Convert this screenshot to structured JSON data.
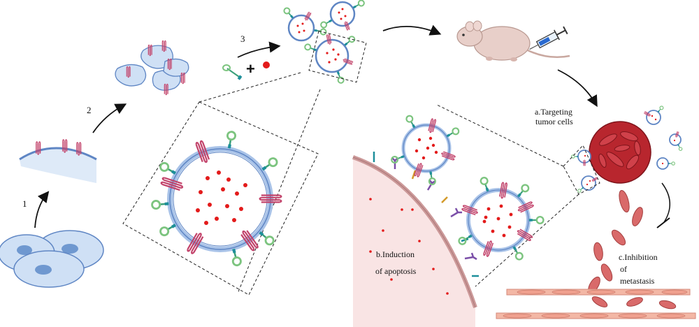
{
  "steps": [
    "1",
    "2",
    "3"
  ],
  "plus_sign": "+",
  "labels": {
    "targeting_line1": "a.Targeting",
    "targeting_line2": "tumor cells",
    "apoptosis_line1": "b.Induction",
    "apoptosis_line2": "of apoptosis",
    "metastasis_line1": "c.Inhibition",
    "metastasis_line2": "of",
    "metastasis_line3": "metastasis"
  },
  "colors": {
    "cell_fill": "#cfe0f5",
    "cell_stroke": "#5f86c4",
    "nucleus": "#6f98d0",
    "membrane_fill": "#c9dcf2",
    "protein": "#c2426a",
    "receptor_green": "#7cc47f",
    "receptor_teal": "#1e8f9b",
    "drug_dot": "#e31b1b",
    "tumor": "#b8262e",
    "tumor_light_bg": "#f9e4e4",
    "migrating_cell": "#d96a6a",
    "vessel": "#f3b7a5",
    "arrow": "#111111"
  },
  "icons": [
    "mouse-icon",
    "syringe-icon",
    "tumor-icon",
    "cell-icon",
    "exosome-icon"
  ]
}
